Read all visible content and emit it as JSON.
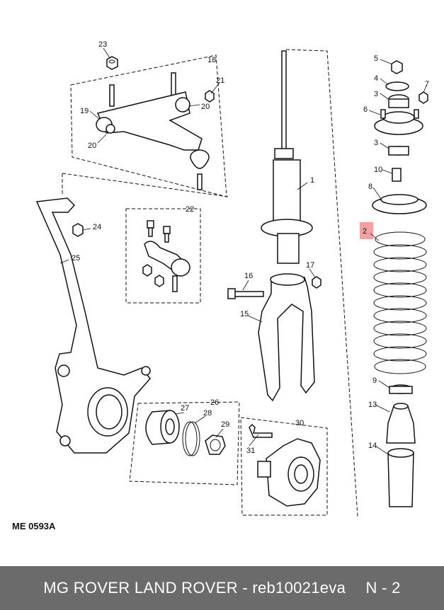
{
  "diagram": {
    "ref_code": "ME 0593A",
    "highlight_color": "#f4a0a0",
    "callouts": [
      "1",
      "2",
      "3",
      "3",
      "4",
      "5",
      "6",
      "7",
      "8",
      "9",
      "10",
      "13",
      "14",
      "15",
      "16",
      "17",
      "18",
      "19",
      "20",
      "20",
      "21",
      "22",
      "23",
      "24",
      "25",
      "26",
      "27",
      "28",
      "29",
      "30",
      "31"
    ]
  },
  "footer": {
    "text": "MG ROVER LAND ROVER - reb10021eva",
    "page": "N - 2"
  }
}
